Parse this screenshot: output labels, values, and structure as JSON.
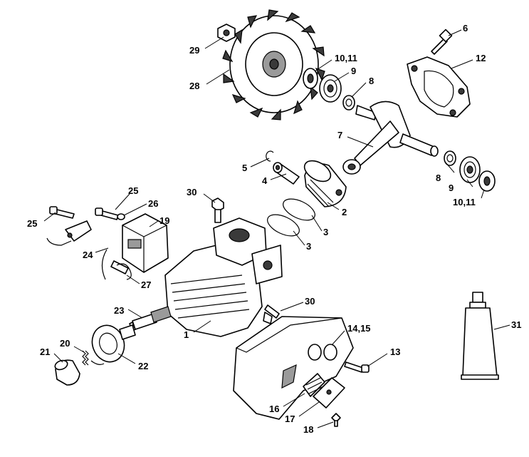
{
  "diagram": {
    "labels": {
      "l1": "1",
      "l2": "2",
      "l3a": "3",
      "l3b": "3",
      "l4": "4",
      "l5": "5",
      "l6": "6",
      "l7": "7",
      "l8a": "8",
      "l8b": "8",
      "l9a": "9",
      "l9b": "9",
      "l1011a": "10,11",
      "l1011b": "10,11",
      "l12": "12",
      "l13": "13",
      "l1415": "14,15",
      "l16": "16",
      "l17": "17",
      "l18": "18",
      "l19": "19",
      "l20": "20",
      "l21": "21",
      "l22": "22",
      "l23": "23",
      "l24": "24",
      "l25a": "25",
      "l25b": "25",
      "l26": "26",
      "l27": "27",
      "l28": "28",
      "l29": "29",
      "l30a": "30",
      "l30b": "30",
      "l31": "31"
    }
  }
}
